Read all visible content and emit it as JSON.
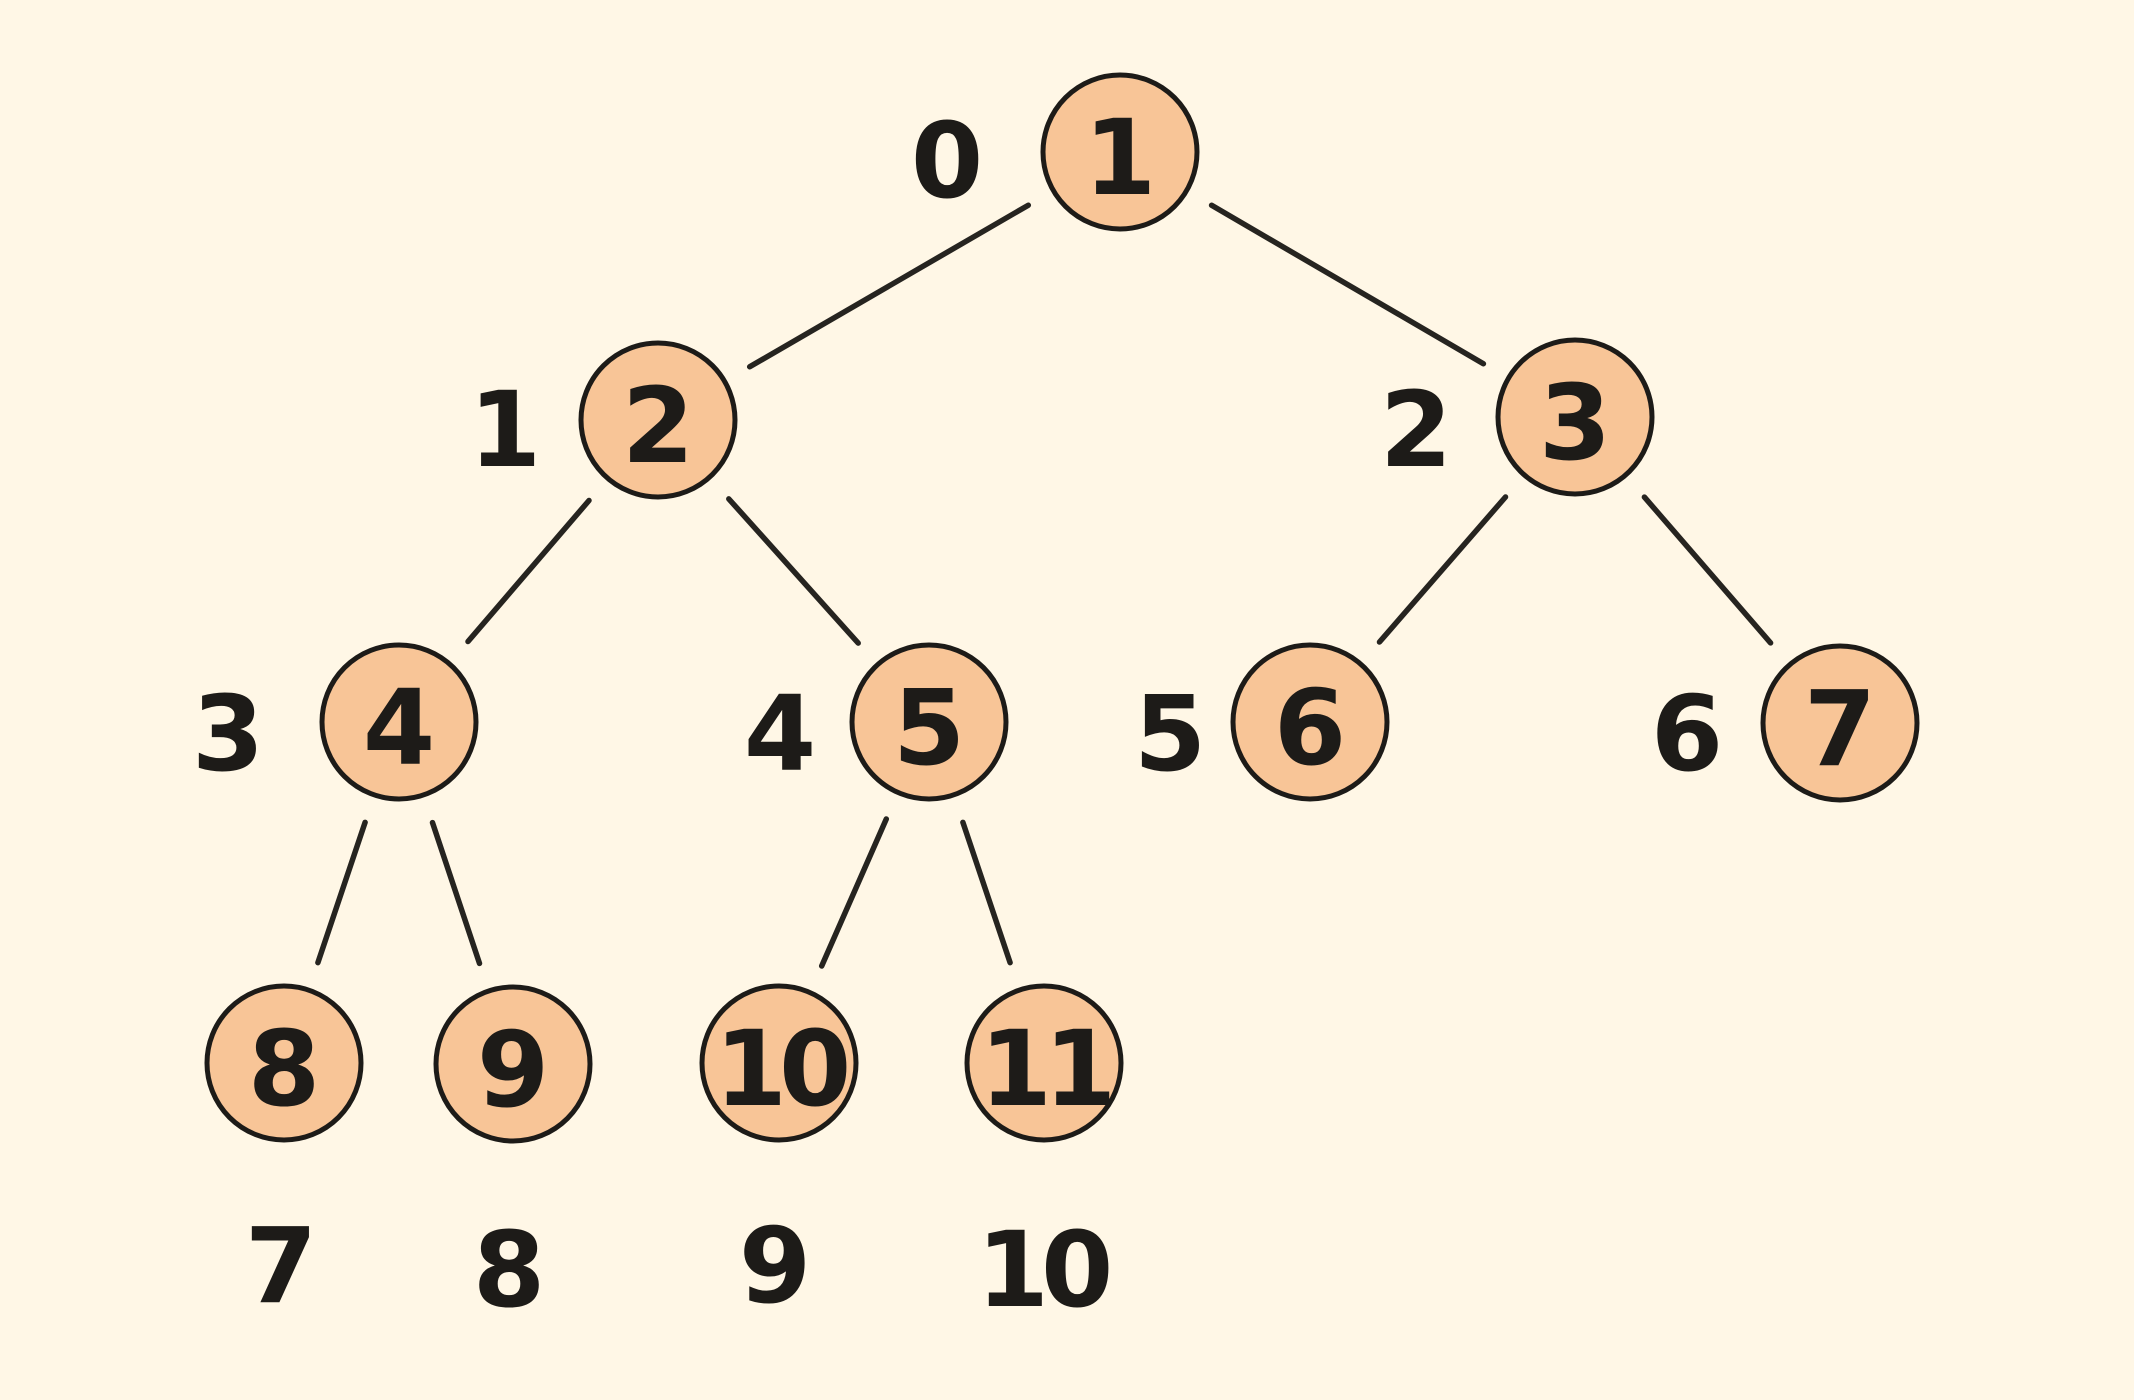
{
  "diagram": {
    "type": "binary-tree",
    "description": "Binary tree of 11 numbered nodes with breadth-first index labels",
    "colors": {
      "background": "#FFF7E6",
      "node_fill": "#F8C597",
      "node_stroke": "#1D1B18",
      "edge_color": "#262420",
      "text_color": "#1D1B18"
    },
    "nodes": [
      {
        "id": 1,
        "value": "1",
        "index_label": "0",
        "label_side": "left"
      },
      {
        "id": 2,
        "value": "2",
        "index_label": "1",
        "label_side": "left"
      },
      {
        "id": 3,
        "value": "3",
        "index_label": "2",
        "label_side": "left"
      },
      {
        "id": 4,
        "value": "4",
        "index_label": "3",
        "label_side": "left"
      },
      {
        "id": 5,
        "value": "5",
        "index_label": "4",
        "label_side": "left"
      },
      {
        "id": 6,
        "value": "6",
        "index_label": "5",
        "label_side": "left"
      },
      {
        "id": 7,
        "value": "7",
        "index_label": "6",
        "label_side": "left"
      },
      {
        "id": 8,
        "value": "8",
        "index_label": "7",
        "label_side": "below"
      },
      {
        "id": 9,
        "value": "9",
        "index_label": "8",
        "label_side": "below"
      },
      {
        "id": 10,
        "value": "10",
        "index_label": "9",
        "label_side": "below"
      },
      {
        "id": 11,
        "value": "11",
        "index_label": "10",
        "label_side": "below"
      }
    ],
    "edges": [
      [
        1,
        2
      ],
      [
        1,
        3
      ],
      [
        2,
        4
      ],
      [
        2,
        5
      ],
      [
        3,
        6
      ],
      [
        3,
        7
      ],
      [
        4,
        8
      ],
      [
        4,
        9
      ],
      [
        5,
        10
      ],
      [
        5,
        11
      ]
    ]
  }
}
